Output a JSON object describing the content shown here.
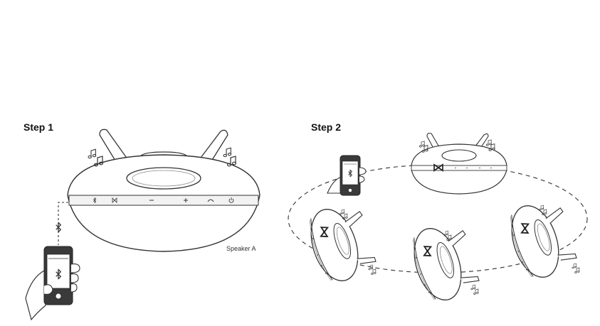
{
  "step1": {
    "title": "Step 1",
    "speaker_label": "Speaker A"
  },
  "step2": {
    "title": "Step 2"
  },
  "icons": {
    "bluetooth": "bluetooth-icon",
    "link": "speaker-link-icon",
    "minus": "volume-down-icon",
    "plus": "volume-up-icon",
    "phone": "call-icon",
    "power": "power-icon",
    "notes": "music-note-icon",
    "smartphone": "smartphone-icon"
  },
  "colors": {
    "line": "#333333",
    "bg": "#ffffff",
    "button_bar": "#f2f2f2"
  }
}
